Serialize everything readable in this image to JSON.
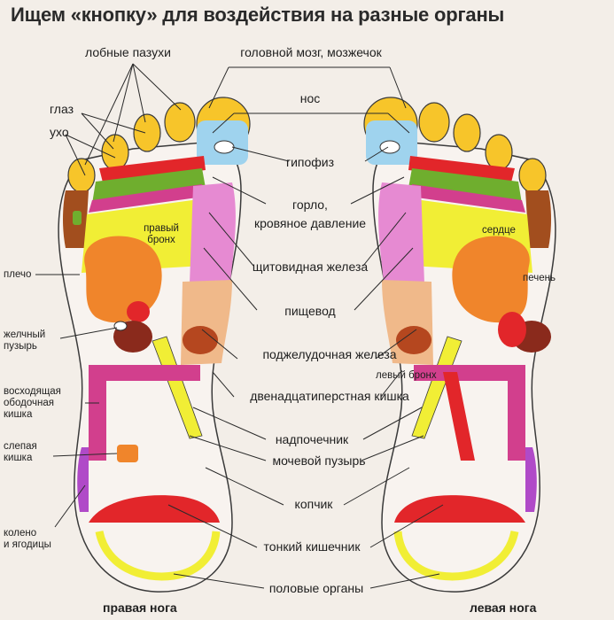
{
  "title": "Ищем «кнопку» для воздействия на разные органы",
  "center_labels": {
    "brain": "головной мозг, мозжечок",
    "nose": "нос",
    "pituitary": "гипофиз",
    "throat_1": "горло,",
    "throat_2": "кровяное давление",
    "thyroid": "щитовидная железа",
    "esophagus": "пищевод",
    "pancreas": "поджелудочная железа",
    "left_bronchus": "левый бронх",
    "duodenum": "двенадцатиперстная кишка",
    "adrenal": "надпочечник",
    "bladder": "мочевой пузырь",
    "coccyx": "копчик",
    "small_intestine": "тонкий кишечник",
    "genitals": "половые органы"
  },
  "left_labels": {
    "frontal_sinuses": "лобные пазухи",
    "eye": "глаз",
    "ear": "ухо",
    "shoulder": "плечо",
    "gallbladder_1": "желчный",
    "gallbladder_2": "пузырь",
    "ascending_colon_1": "восходящая",
    "ascending_colon_2": "ободочная",
    "ascending_colon_3": "кишка",
    "cecum_1": "слепая",
    "cecum_2": "кишка",
    "knee_1": "колено",
    "knee_2": "и ягодицы"
  },
  "on_foot_labels": {
    "right_bronchus_1": "правый",
    "right_bronchus_2": "бронх",
    "heart": "сердце",
    "liver": "печень"
  },
  "foot_titles": {
    "right": "правая нога",
    "left": "левая нога"
  },
  "colors": {
    "toe_yellow": "#f7c52a",
    "sinus_blue": "#9fd3ee",
    "green": "#6fae2e",
    "pink": "#e24a86",
    "magenta": "#d23f8d",
    "yellow": "#f1ee35",
    "orange": "#f0852b",
    "dark_red": "#8a2a1c",
    "red": "#e2262a",
    "brown": "#a24e1e"
  }
}
